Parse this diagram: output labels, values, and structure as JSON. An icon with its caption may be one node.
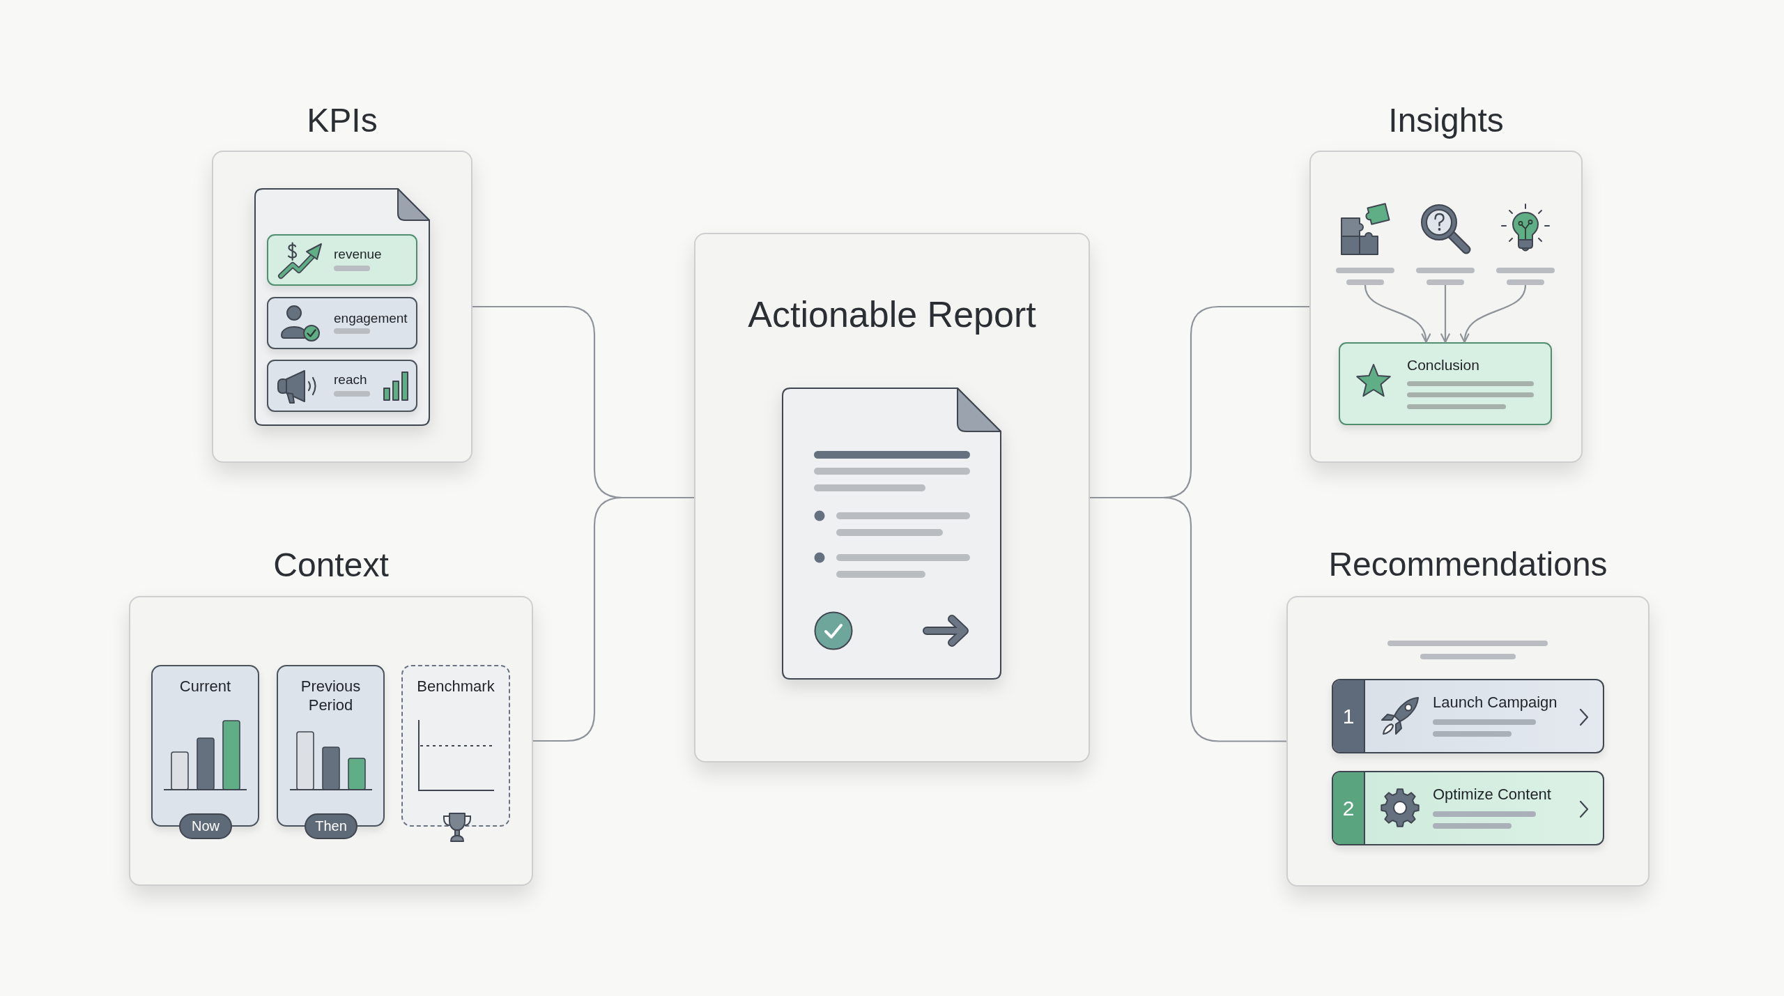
{
  "diagram": {
    "nodes": [
      {
        "text": [
          "KPIs"
        ]
      },
      {
        "text": [
          "revenue"
        ],
        "in": 0
      },
      {
        "text": [
          "engagement"
        ],
        "in": 0
      },
      {
        "text": [
          "reach"
        ],
        "in": 0
      },
      {
        "text": [
          "Actionable Report"
        ]
      },
      {
        "text": [
          "Insights"
        ]
      },
      {
        "text": [],
        "shape": "picture",
        "in": 5
      },
      {
        "text": [],
        "shape": "picture",
        "in": 5
      },
      {
        "text": [],
        "shape": "picture",
        "in": 5
      },
      {
        "text": [
          "Conclusion"
        ],
        "in": 5
      },
      {
        "text": [
          "Context"
        ]
      },
      {
        "text": [
          "Current"
        ],
        "in": 10
      },
      {
        "text": [
          "Now"
        ],
        "in": 10
      },
      {
        "text": [
          "Previous Period"
        ],
        "in": 10
      },
      {
        "text": [
          "Then"
        ],
        "in": 10
      },
      {
        "text": [
          "Benchmark"
        ],
        "in": 10
      },
      {
        "text": [
          "Recommendations"
        ]
      },
      {
        "text": [
          "1",
          "Launch Campaign"
        ],
        "in": 16
      },
      {
        "text": [
          "2",
          "Optimize Content"
        ],
        "in": 16
      }
    ],
    "edges": [
      {
        "from": 4,
        "to": 0,
        "arrow": "none"
      },
      {
        "from": 4,
        "to": 10,
        "arrow": "none"
      },
      {
        "from": 4,
        "to": 5,
        "arrow": "none"
      },
      {
        "from": 4,
        "to": 16,
        "arrow": "none"
      },
      {
        "from": 6,
        "to": 9,
        "arrow": "to"
      },
      {
        "from": 7,
        "to": 9,
        "arrow": "to"
      },
      {
        "from": 8,
        "to": 9,
        "arrow": "to"
      }
    ]
  }
}
